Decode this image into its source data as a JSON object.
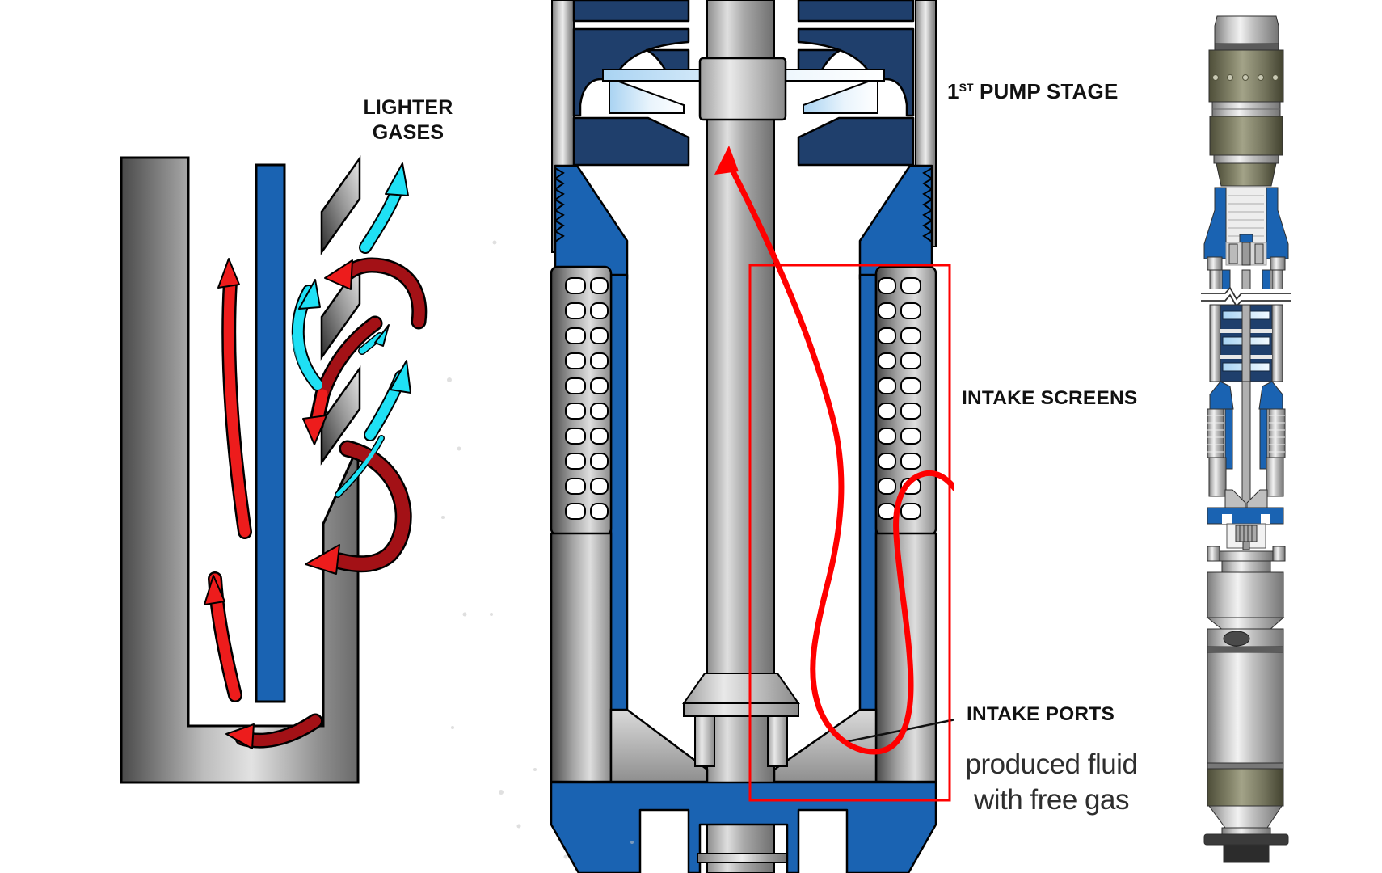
{
  "labels": {
    "lighter_gases_line1": "LIGHTER",
    "lighter_gases_line2": "GASES",
    "pump_stage_num": "1",
    "pump_stage_sup": "ST",
    "pump_stage_rest": " PUMP STAGE",
    "intake_screens": "INTAKE SCREENS",
    "intake_ports": "INTAKE PORTS",
    "produced_fluid_line1": "produced fluid",
    "produced_fluid_line2": "with free gas"
  },
  "colors": {
    "fluid_red": "#ED1C1C",
    "dark_red": "#A31116",
    "gas_cyan": "#1FE0F4",
    "teal_shade": "#0E98A6",
    "housing_blue": "#1A63B2",
    "stage_navy": "#1F3F6C",
    "impeller_light_blue": "#A9D3F2",
    "annotation_red": "#FF0000",
    "label_black": "#111111"
  }
}
